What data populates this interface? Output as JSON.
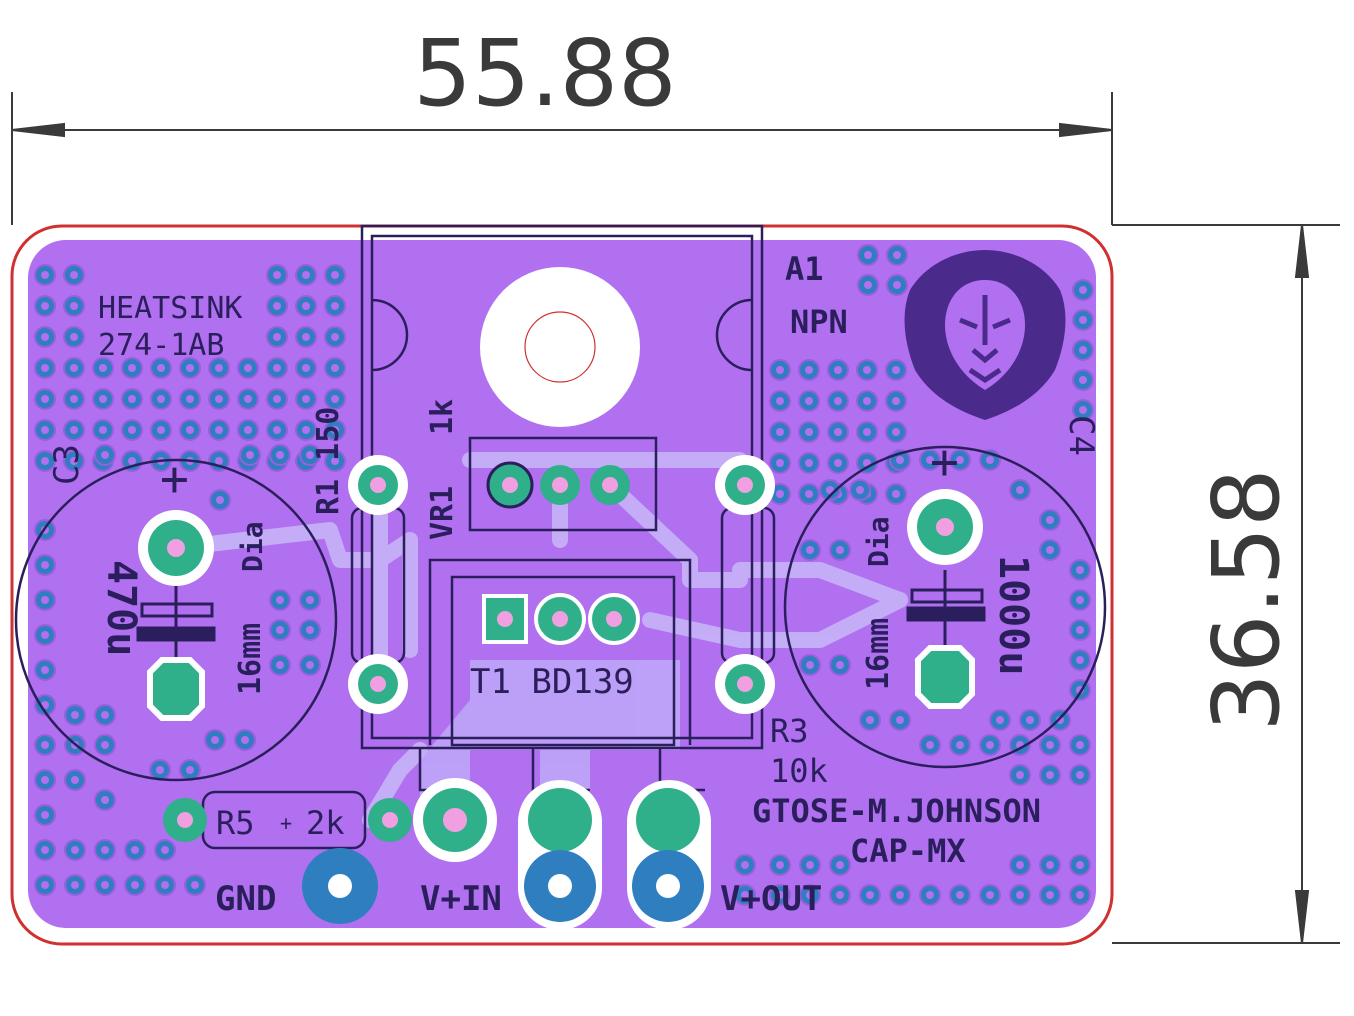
{
  "dimensions": {
    "width": "55.88",
    "height": "36.58"
  },
  "labels": {
    "heatsink_line1": "HEATSINK",
    "heatsink_line2": "274-1AB",
    "a1": "A1",
    "npn": "NPN",
    "c3": "C3",
    "c4": "C4",
    "r1": "R1 150",
    "vr1_ref": "VR1",
    "vr1_val": "1k",
    "t1": "T1 BD139",
    "r3_ref": "R3",
    "r3_val": "10k",
    "r5": "R5",
    "r5_val": "2k",
    "cap470": "470u",
    "cap1000": "1000u",
    "size_left": "16mm",
    "size_right": "16mm",
    "dia_left": "Dia",
    "dia_right": "Dia",
    "credit": "GTOSE-M.JOHNSON",
    "project": "CAP-MX",
    "gnd": "GND",
    "vin": "V+IN",
    "vout": "V+OUT",
    "plus": "+"
  },
  "colors": {
    "board": "#b070f0",
    "board_dark": "#9b5ee0",
    "pad_green": "#2fb08a",
    "pad_pink": "#f0a0e0",
    "pad_blue": "#2f7fc0",
    "trace": "#c8b8f8",
    "outline": "#d03030",
    "silk": "#2a1f5c"
  },
  "icons": {
    "logo": "lion-head-icon"
  }
}
